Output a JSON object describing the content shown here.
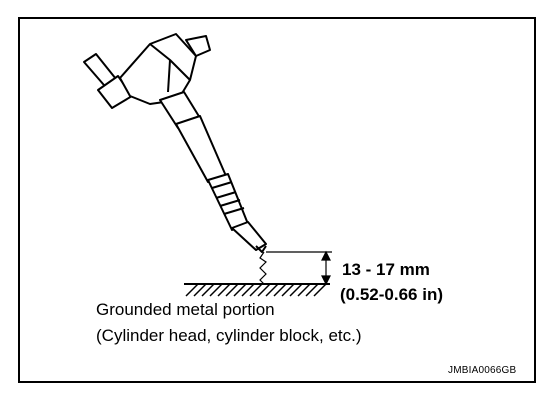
{
  "labels": {
    "gap_mm": "13 - 17 mm",
    "gap_in": "(0.52-0.66 in)",
    "surface": "Grounded metal portion",
    "surface_examples": "(Cylinder head, cylinder block, etc.)",
    "figure_code": "JMBIA0066GB"
  }
}
